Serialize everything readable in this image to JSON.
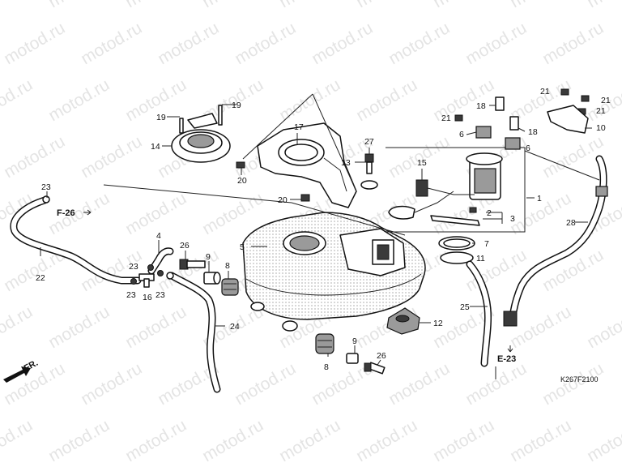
{
  "watermark": "motod.ru",
  "drawing_code": "K267F2100",
  "direction_label": "FR.",
  "references": {
    "left": "F-26",
    "bottom": "E-23"
  },
  "callouts": {
    "c1": "1",
    "c2": "2",
    "c3": "3",
    "c4": "4",
    "c5": "5",
    "c6a": "6",
    "c6b": "6",
    "c7": "7",
    "c8a": "8",
    "c8b": "8",
    "c9a": "9",
    "c9b": "9",
    "c10": "10",
    "c11": "11",
    "c12": "12",
    "c13": "13",
    "c14": "14",
    "c15": "15",
    "c16": "16",
    "c17": "17",
    "c18a": "18",
    "c18b": "18",
    "c19a": "19",
    "c19b": "19",
    "c20a": "20",
    "c20b": "20",
    "c21a": "21",
    "c21b": "21",
    "c21c": "21",
    "c21d": "21",
    "c22": "22",
    "c23a": "23",
    "c23b": "23",
    "c23c": "23",
    "c24": "24",
    "c25": "25",
    "c26a": "26",
    "c26b": "26",
    "c27": "27",
    "c28": "28"
  }
}
